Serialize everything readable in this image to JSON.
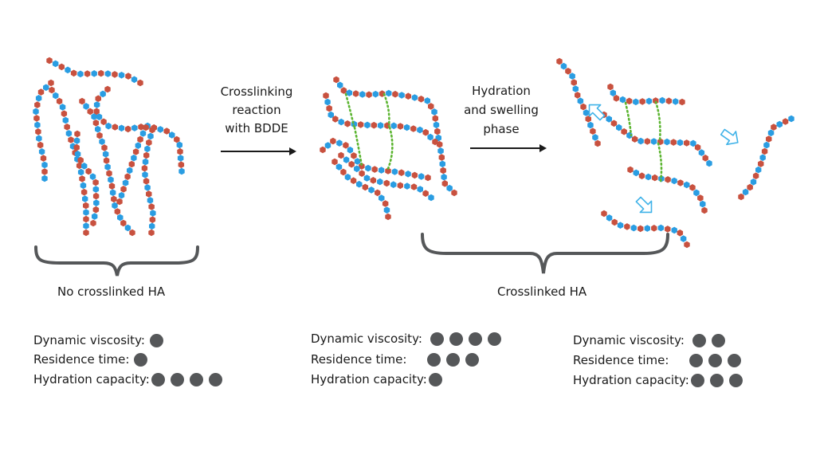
{
  "steps": {
    "crosslinking": [
      "Crosslinking",
      "reaction",
      "with BDDE"
    ],
    "hydration": [
      "Hydration",
      "and swelling",
      "phase"
    ]
  },
  "groups": {
    "no_crosslinked": "No crosslinked HA",
    "crosslinked": "Crosslinked HA"
  },
  "property_labels": {
    "viscosity": "Dynamic viscosity:",
    "residence": "Residence time:",
    "hydration": "Hydration capacity:"
  },
  "states": [
    {
      "name": "no-crosslinked",
      "viscosity": 1,
      "residence": 1,
      "hydration": 4
    },
    {
      "name": "crosslinked",
      "viscosity": 4,
      "residence": 3,
      "hydration": 1
    },
    {
      "name": "swollen",
      "viscosity": 2,
      "residence": 3,
      "hydration": 3
    }
  ],
  "colors": {
    "bead_red": "#c8513f",
    "bead_blue": "#2a9de2",
    "crosslink": "#5cb531",
    "bracket": "#555759",
    "swell_arrow": "#3fb2e8"
  }
}
